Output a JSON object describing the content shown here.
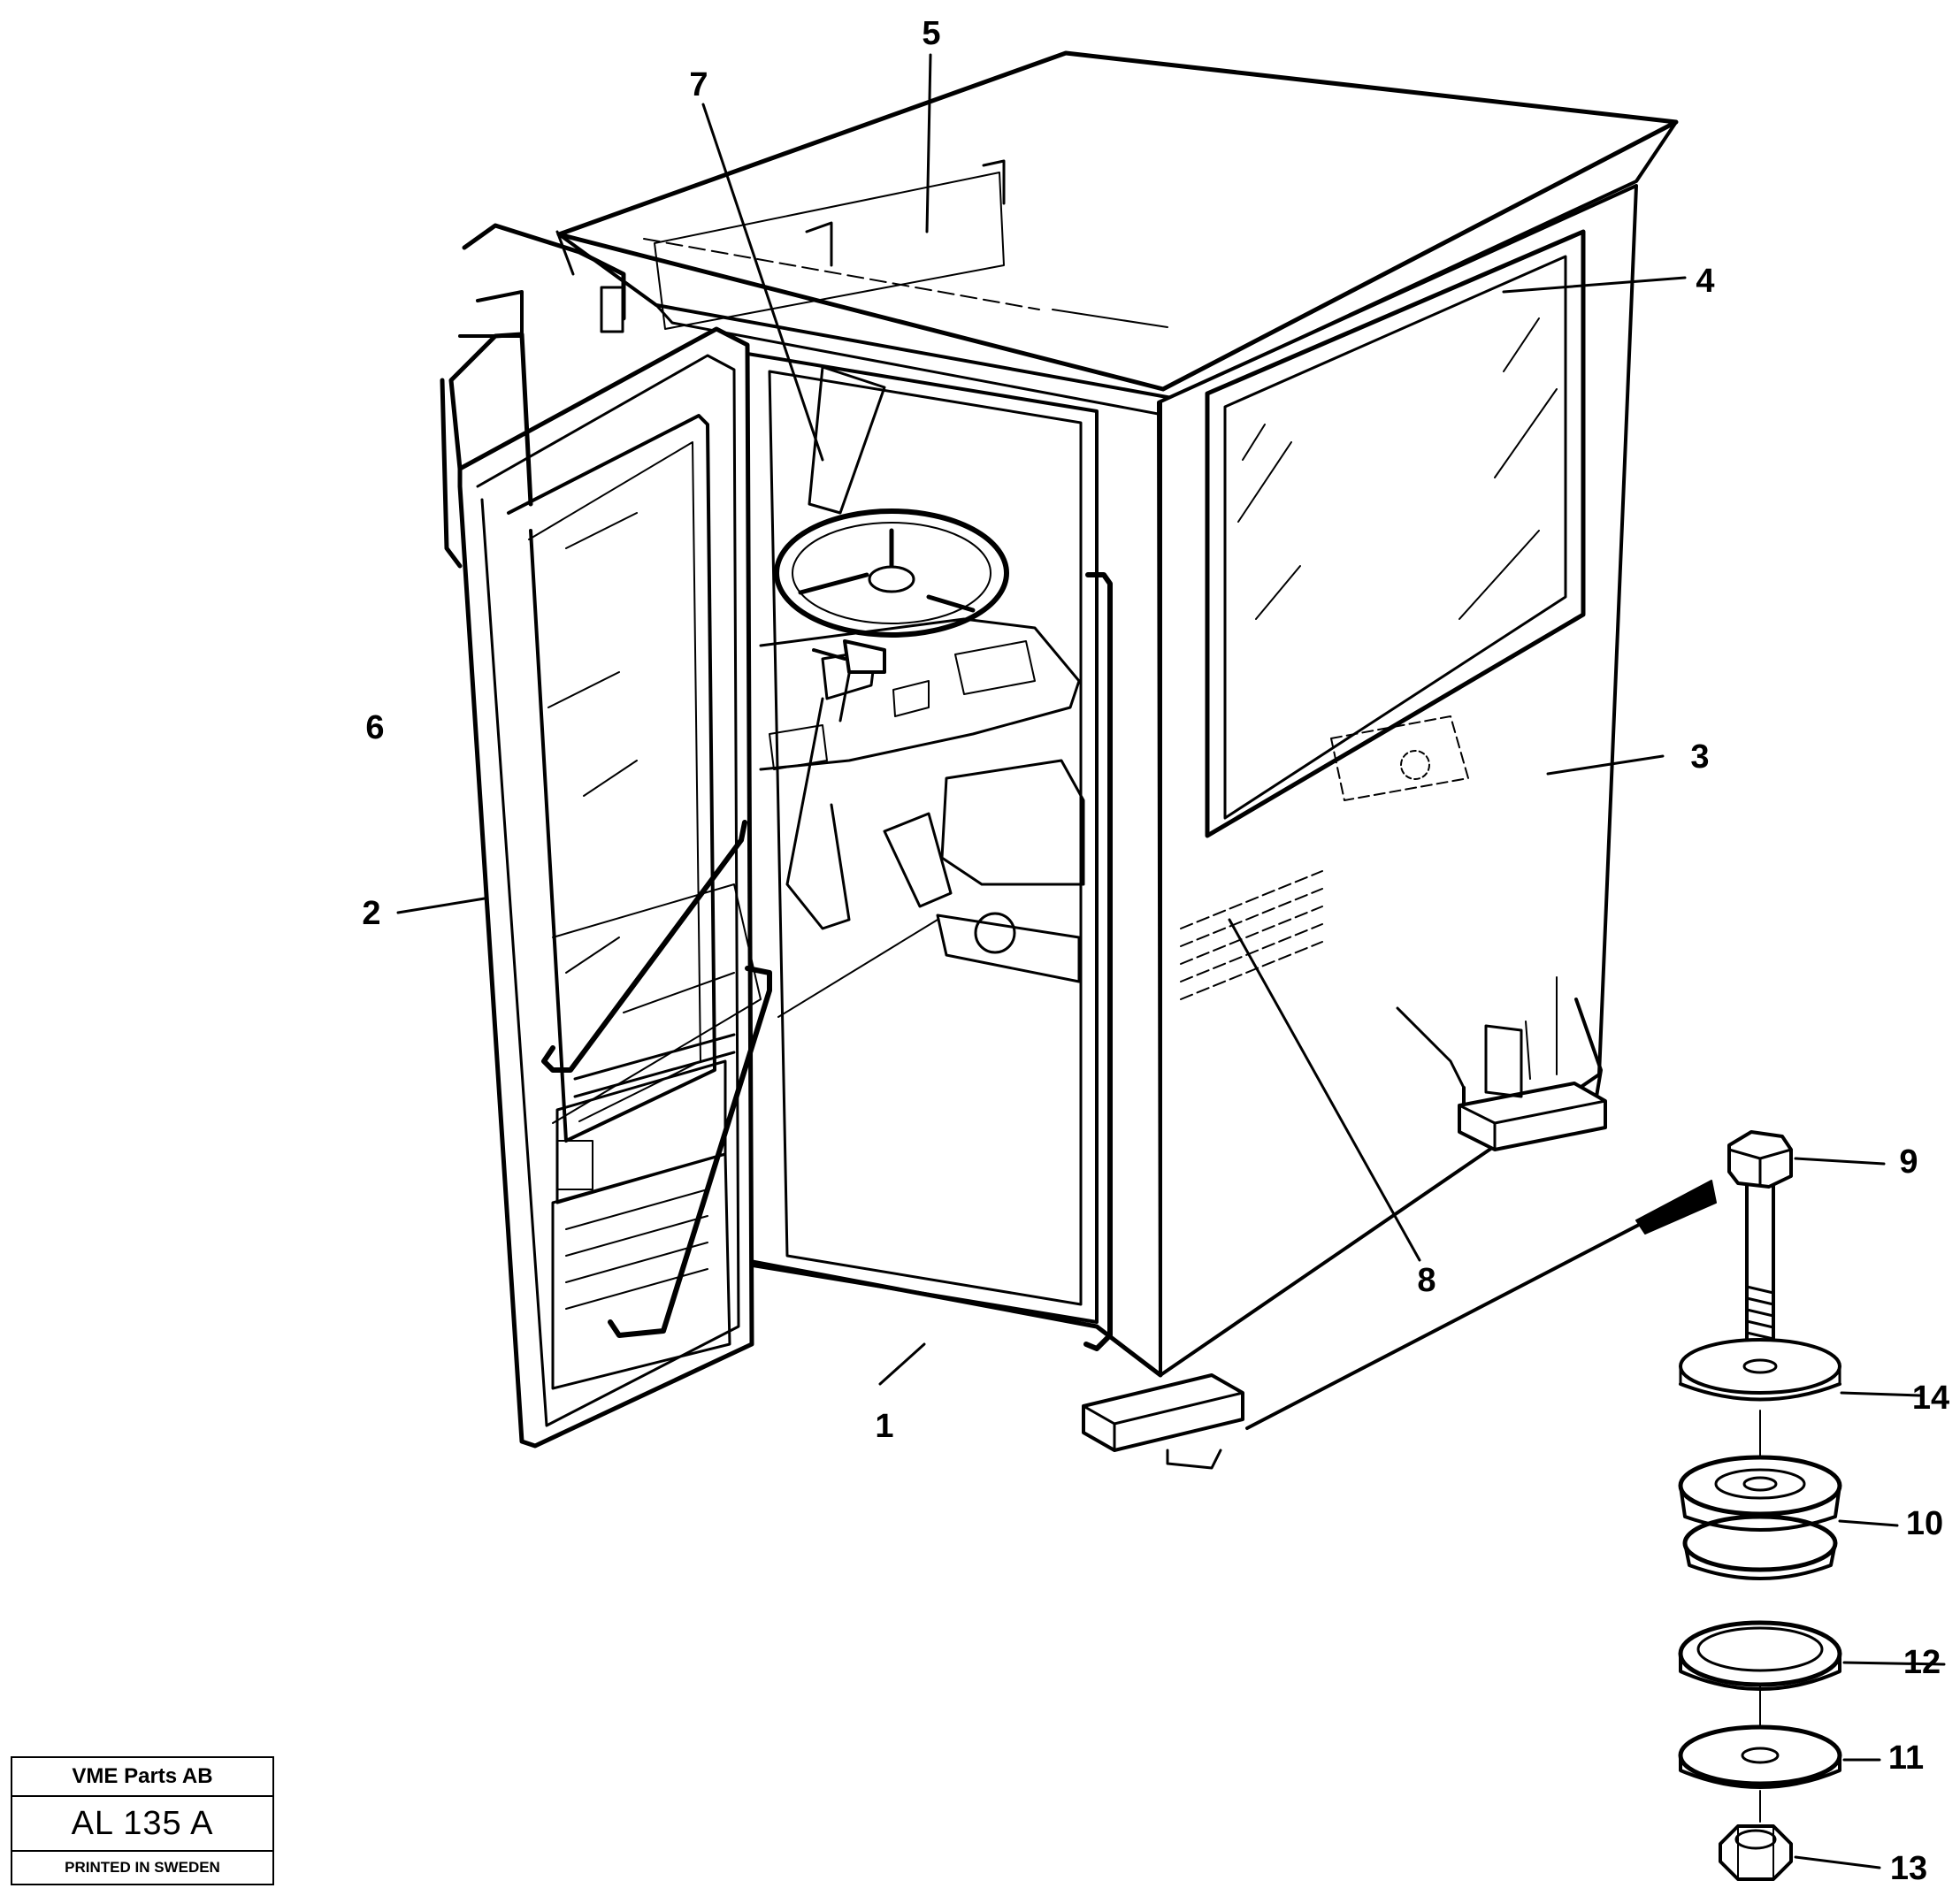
{
  "callouts": [
    {
      "id": "1",
      "label": "1"
    },
    {
      "id": "2",
      "label": "2"
    },
    {
      "id": "3",
      "label": "3"
    },
    {
      "id": "4",
      "label": "4"
    },
    {
      "id": "5",
      "label": "5"
    },
    {
      "id": "6",
      "label": "6"
    },
    {
      "id": "7",
      "label": "7"
    },
    {
      "id": "8",
      "label": "8"
    },
    {
      "id": "9",
      "label": "9"
    },
    {
      "id": "10",
      "label": "10"
    },
    {
      "id": "11",
      "label": "11"
    },
    {
      "id": "12",
      "label": "12"
    },
    {
      "id": "13",
      "label": "13"
    },
    {
      "id": "14",
      "label": "14"
    }
  ],
  "stamp": {
    "company": "VME Parts AB",
    "code": "AL 135 A",
    "printed": "PRINTED IN SWEDEN"
  }
}
